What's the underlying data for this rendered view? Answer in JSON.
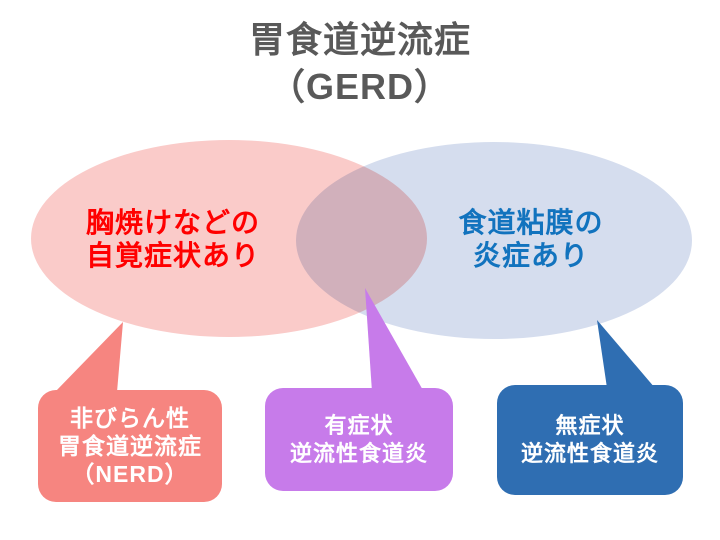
{
  "title": {
    "line1": "胃食道逆流症",
    "line2": "（GERD）"
  },
  "venn": {
    "left": {
      "line1": "胸焼けなどの",
      "line2": "自覚症状あり"
    },
    "right": {
      "line1": "食道粘膜の",
      "line2": "炎症あり"
    }
  },
  "callouts": {
    "nerd": {
      "line1": "非びらん性",
      "line2": "胃食道逆流症",
      "line3": "（NERD）"
    },
    "symptomatic": {
      "line1": "有症状",
      "line2": "逆流性食道炎"
    },
    "asymptomatic": {
      "line1": "無症状",
      "line2": "逆流性食道炎"
    }
  },
  "colors": {
    "title_text": "#595959",
    "left_ellipse_fill": "#FACBC9",
    "left_ellipse_text": "#FF0000",
    "right_ellipse_fill": "#D5DDEE",
    "right_ellipse_text": "#1273BE",
    "overlap_blend": "#D9B4C7",
    "nerd_box": "#F68580",
    "symptomatic_box": "#C77BEA",
    "asymptomatic_box": "#2F6EB2",
    "box_text": "#FFFFFF",
    "background": "#FFFFFF"
  }
}
